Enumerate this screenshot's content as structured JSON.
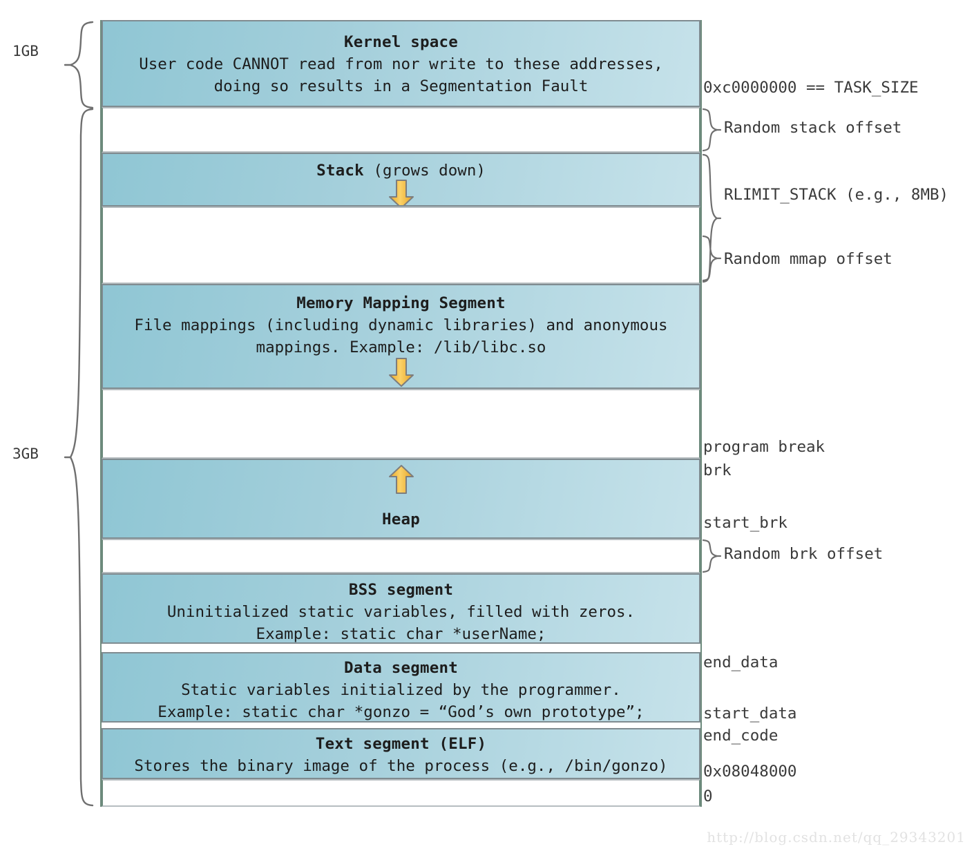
{
  "diagram": {
    "title": "Linux process virtual memory layout (32-bit, 3GB/1GB split)",
    "colors": {
      "segment_fill_dark": "#8fc6d4",
      "segment_fill_light": "#c6e2ea",
      "segment_border": "#7f8b90",
      "column_border": "#6d8a7c",
      "arrow_fill": "#f5c33b",
      "arrow_border": "#7d7d7d",
      "text": "#1d1d1d",
      "watermark": "#e2e2e2"
    }
  },
  "left_braces": [
    {
      "label": "1GB",
      "name": "brace-1gb"
    },
    {
      "label": "3GB",
      "name": "brace-3gb"
    }
  ],
  "segments": [
    {
      "id": "kernel-space",
      "kind": "filled",
      "title": "Kernel space",
      "lines": [
        "User code CANNOT read from nor write to these addresses,",
        "doing so results in a Segmentation Fault"
      ],
      "arrow": null
    },
    {
      "id": "random-stack-gap",
      "kind": "empty",
      "title": "",
      "lines": [],
      "arrow": null
    },
    {
      "id": "stack",
      "kind": "filled",
      "title": "Stack",
      "title_suffix": " (grows down)",
      "lines": [],
      "arrow": "down"
    },
    {
      "id": "stack-mmap-gap",
      "kind": "empty",
      "title": "",
      "lines": [],
      "arrow": null
    },
    {
      "id": "memory-mapping-segment",
      "kind": "filled",
      "title": "Memory Mapping Segment",
      "lines": [
        "File mappings (including dynamic libraries) and anonymous",
        "mappings. Example: /lib/libc.so"
      ],
      "arrow": "down"
    },
    {
      "id": "mmap-heap-gap",
      "kind": "empty",
      "title": "",
      "lines": [],
      "arrow": null
    },
    {
      "id": "heap",
      "kind": "filled",
      "title": "Heap",
      "lines": [],
      "arrow": "up"
    },
    {
      "id": "random-brk-gap",
      "kind": "empty",
      "title": "",
      "lines": [],
      "arrow": null
    },
    {
      "id": "bss-segment",
      "kind": "filled",
      "title": "BSS segment",
      "lines": [
        "Uninitialized static variables, filled with zeros.",
        "Example: static char *userName;"
      ],
      "arrow": null
    },
    {
      "id": "data-segment",
      "kind": "filled",
      "title": "Data segment",
      "lines": [
        "Static variables initialized by the programmer.",
        "Example: static char *gonzo = “God’s own prototype”;"
      ],
      "arrow": null
    },
    {
      "id": "text-segment",
      "kind": "filled",
      "title": "Text segment (ELF)",
      "lines": [
        "Stores the binary image of the process (e.g., /bin/gonzo)"
      ],
      "arrow": null
    },
    {
      "id": "bottom-gap",
      "kind": "empty",
      "title": "",
      "lines": [],
      "arrow": null
    }
  ],
  "right_annotations": [
    {
      "id": "task-size",
      "text": "0xc0000000 == TASK_SIZE",
      "has_brace": false
    },
    {
      "id": "random-stack-offset",
      "text": "Random stack offset",
      "has_brace": true
    },
    {
      "id": "rlimit-stack",
      "text": "RLIMIT_STACK (e.g., 8MB)",
      "has_brace": true
    },
    {
      "id": "random-mmap-offset",
      "text": "Random mmap offset",
      "has_brace": true
    },
    {
      "id": "program-break",
      "text": "program break",
      "has_brace": false
    },
    {
      "id": "brk",
      "text": "brk",
      "has_brace": false
    },
    {
      "id": "start-brk",
      "text": "start_brk",
      "has_brace": false
    },
    {
      "id": "random-brk-offset",
      "text": "Random brk offset",
      "has_brace": true
    },
    {
      "id": "end-data",
      "text": "end_data",
      "has_brace": false
    },
    {
      "id": "start-data",
      "text": "start_data",
      "has_brace": false
    },
    {
      "id": "end-code",
      "text": "end_code",
      "has_brace": false
    },
    {
      "id": "text-base",
      "text": "0x08048000",
      "has_brace": false
    },
    {
      "id": "zero",
      "text": "0",
      "has_brace": false
    }
  ],
  "watermark": {
    "text": "http://blog.csdn.net/qq_29343201"
  }
}
